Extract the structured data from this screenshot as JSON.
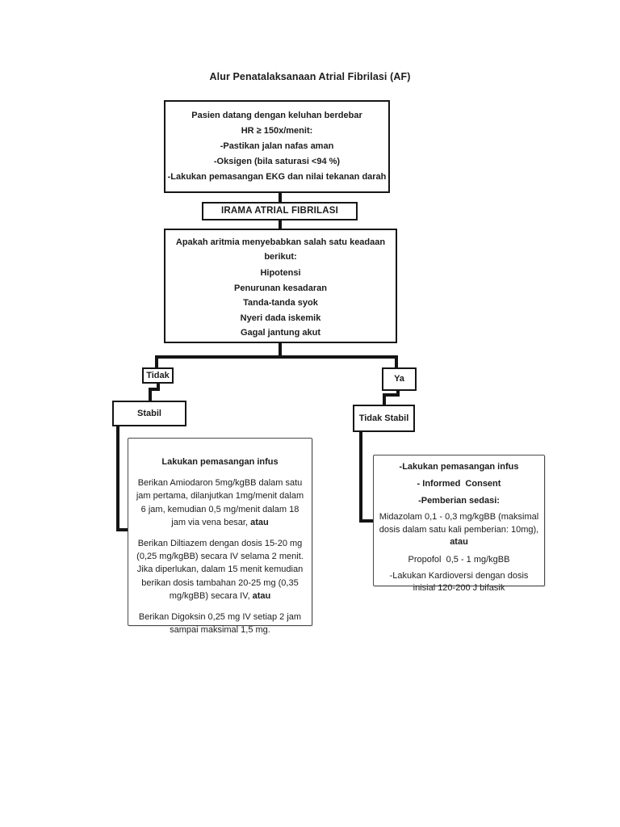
{
  "title": "Alur Penatalaksanaan Atrial Fibrilasi (AF)",
  "colors": {
    "ink": "#1c1c1c",
    "line": "#141414",
    "box_border": "#161616",
    "light_border": "#4a4a4a",
    "page_bg": "#ffffff"
  },
  "presentation_box": {
    "lines": [
      "Pasien datang dengan keluhan berdebar",
      "HR ≥ 150x/menit:",
      "-Pastikan jalan nafas aman",
      "-Oksigen (bila saturasi <94 %)",
      "-Lakukan pemasangan EKG dan nilai tekanan darah"
    ]
  },
  "rhythm_box": {
    "label": "IRAMA ATRIAL FIBRILASI"
  },
  "assessment_box": {
    "question": "Apakah aritmia menyebabkan salah satu keadaan berikut:",
    "conditions": [
      "Hipotensi",
      "Penurunan kesadaran",
      "Tanda-tanda syok",
      "Nyeri dada iskemik",
      "Gagal jantung akut"
    ]
  },
  "decision": {
    "no_label": "Tidak",
    "yes_label": "Ya",
    "stable_label": "Stabil",
    "unstable_label": "Tidak Stabil"
  },
  "stable_treatment_box": {
    "heading": "Lakukan pemasangan infus",
    "paragraphs": [
      {
        "text": "Berikan Amiodaron 5mg/kgBB dalam satu jam pertama, dilanjutkan 1mg/menit dalam 6 jam, kemudian 0,5 mg/menit dalam 18 jam via vena besar, ",
        "bold_suffix": "atau"
      },
      {
        "text": "Berikan Diltiazem dengan dosis 15-20 mg (0,25 mg/kgBB) secara IV selama 2 menit. Jika diperlukan, dalam 15 menit kemudian berikan dosis tambahan 20-25 mg (0,35 mg/kgBB) secara IV, ",
        "bold_suffix": "atau"
      },
      {
        "text": "Berikan Digoksin 0,25 mg IV setiap 2 jam sampai maksimal 1,5 mg.",
        "bold_suffix": ""
      }
    ]
  },
  "unstable_treatment_box": {
    "bold_lines": [
      "-Lakukan pemasangan infus",
      "- Informed  Consent",
      "-Pemberian sedasi:"
    ],
    "midazolam": {
      "text": "Midazolam 0,1 - 0,3 mg/kgBB (maksimal dosis dalam satu kali pemberian: 10mg), ",
      "bold_suffix": "atau"
    },
    "propofol": "Propofol  0,5 - 1 mg/kgBB",
    "cardioversion": "-Lakukan Kardioversi dengan dosis inisial 120-200 J bifasik"
  }
}
